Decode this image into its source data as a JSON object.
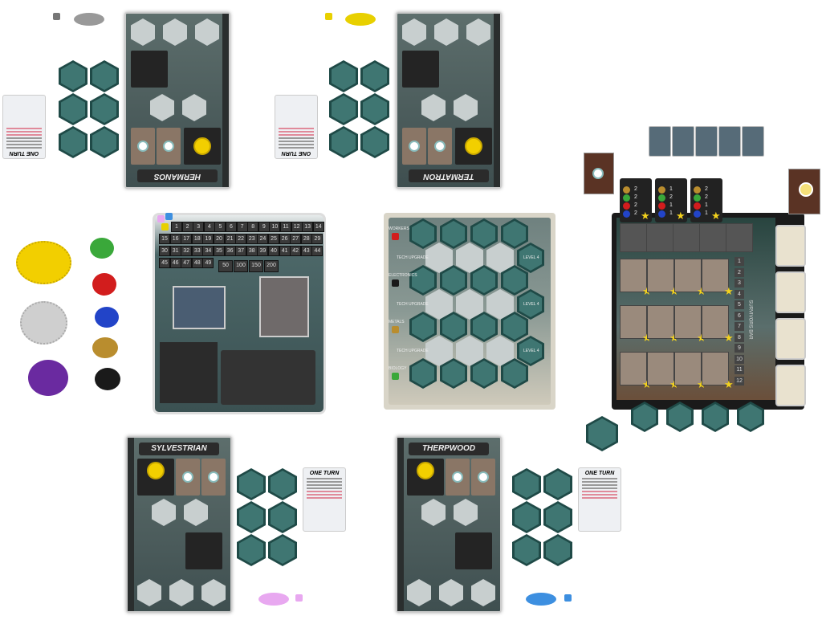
{
  "players": [
    {
      "name": "HERMANOS",
      "color": "#777777"
    },
    {
      "name": "TERMATRON",
      "color": "#e8d000"
    },
    {
      "name": "SYLVESTRIAN",
      "color": "#e8a8f0"
    },
    {
      "name": "THERPWOOD",
      "color": "#3d8fe0"
    }
  ],
  "one_turn_card": {
    "title": "ONE TURN"
  },
  "score_track": {
    "numbers": [
      "1",
      "2",
      "3",
      "4",
      "5",
      "6",
      "7",
      "8",
      "9",
      "10",
      "11",
      "12",
      "13",
      "14",
      "15",
      "16",
      "17",
      "18",
      "19",
      "20",
      "21",
      "22",
      "23",
      "24",
      "25",
      "26",
      "27",
      "28",
      "29",
      "30",
      "31",
      "32",
      "33",
      "34",
      "35",
      "36",
      "37",
      "38",
      "39",
      "40",
      "41",
      "42",
      "43",
      "44",
      "45",
      "46",
      "47",
      "48",
      "49"
    ],
    "bonus": [
      "50",
      "100",
      "150",
      "200"
    ]
  },
  "tech_board": {
    "rows": [
      "WORKERS",
      "ELECTRONICS",
      "METALS",
      "BIOLOGY"
    ],
    "upgrade_label": "TECH UPGRADE",
    "level_label": "LEVEL 4"
  },
  "survivors_track": {
    "label": "SURVIVORS BAR",
    "numbers": [
      "1",
      "2",
      "3",
      "4",
      "5",
      "6",
      "7",
      "8",
      "9",
      "10",
      "11",
      "12"
    ]
  },
  "goal_cards": [
    {
      "values": [
        "2",
        "2",
        "2",
        "2"
      ]
    },
    {
      "values": [
        "1",
        "2",
        "1",
        "1"
      ]
    },
    {
      "values": [
        "2",
        "2",
        "1",
        "1"
      ]
    }
  ],
  "resource_colors": {
    "gold": "#f2cf00",
    "gray": "#c9c9c9",
    "purple": "#6a2aa0",
    "green": "#3aa83a",
    "red": "#d21d1d",
    "blue": "#2244c8",
    "brown": "#b98d2e",
    "black": "#1a1a1a"
  }
}
